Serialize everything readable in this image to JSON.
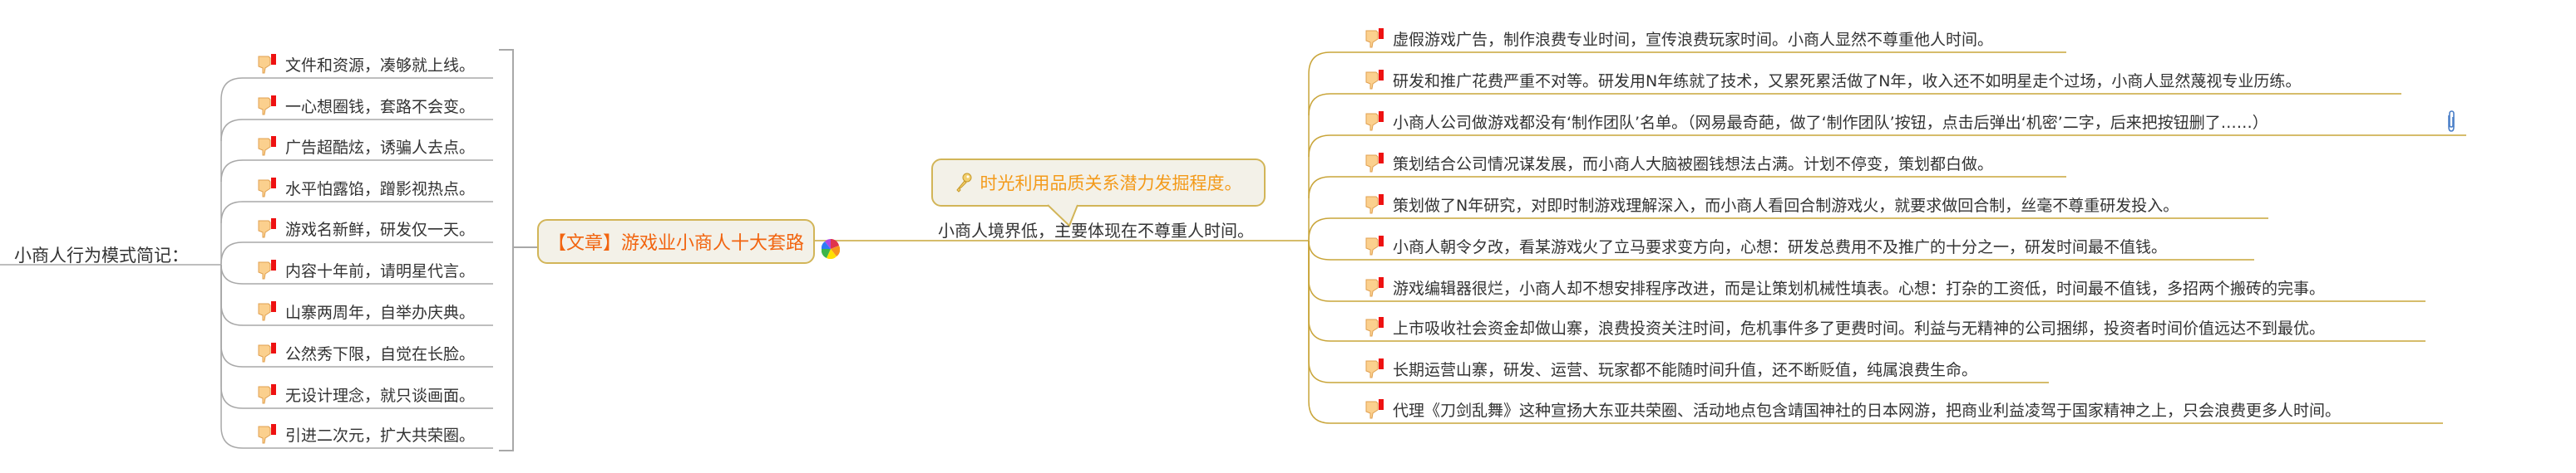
{
  "root": {
    "label": "小商人行为模式简记："
  },
  "left_branch": {
    "items": [
      {
        "text": "文件和资源，凑够就上线。",
        "icon": "thumbs-down-flag-icon"
      },
      {
        "text": "一心想圈钱，套路不会变。",
        "icon": "thumbs-down-flag-icon"
      },
      {
        "text": "广告超酷炫，诱骗人去点。",
        "icon": "thumbs-down-flag-icon"
      },
      {
        "text": "水平怕露馅，蹭影视热点。",
        "icon": "thumbs-down-flag-icon"
      },
      {
        "text": "游戏名新鲜，研发仅一天。",
        "icon": "thumbs-down-flag-icon"
      },
      {
        "text": "内容十年前，请明星代言。",
        "icon": "thumbs-down-flag-icon"
      },
      {
        "text": "山寨两周年，自举办庆典。",
        "icon": "thumbs-down-flag-icon"
      },
      {
        "text": "公然秀下限，自觉在长脸。",
        "icon": "thumbs-down-flag-icon"
      },
      {
        "text": "无设计理念，就只谈画面。",
        "icon": "thumbs-down-flag-icon"
      },
      {
        "text": "引进二次元，扩大共荣圈。",
        "icon": "thumbs-down-flag-icon"
      }
    ]
  },
  "center_node": {
    "label": "【文章】游戏业小商人十大套路",
    "icon": "pinwheel-icon",
    "text_color": "#f2640f"
  },
  "branch": {
    "callout": {
      "icon": "key-icon",
      "text": "时光利用品质关系潜力发掘程度。",
      "text_color": "#f39a1a"
    },
    "label": "小商人境界低，主要体现在不尊重人时间。"
  },
  "right_branch": {
    "items": [
      {
        "text": "虚假游戏广告，制作浪费专业时间，宣传浪费玩家时间。小商人显然不尊重他人时间。",
        "icon": "thumbs-down-flag-icon"
      },
      {
        "text": "研发和推广花费严重不对等。研发用N年练就了技术，又累死累活做了N年，收入还不如明星走个过场，小商人显然蔑视专业历练。",
        "icon": "thumbs-down-flag-icon"
      },
      {
        "text": "小商人公司做游戏都没有‘制作团队’名单。（网易最奇葩，做了‘制作团队’按钮，点击后弹出‘机密’二字，后来把按钮删了……）",
        "icon": "thumbs-down-flag-icon",
        "attachment": "paperclip-icon"
      },
      {
        "text": "策划结合公司情况谋发展，而小商人大脑被圈钱想法占满。计划不停变，策划都白做。",
        "icon": "thumbs-down-flag-icon"
      },
      {
        "text": "策划做了N年研究，对即时制游戏理解深入，而小商人看回合制游戏火，就要求做回合制，丝毫不尊重研发投入。",
        "icon": "thumbs-down-flag-icon"
      },
      {
        "text": "小商人朝令夕改，看某游戏火了立马要求变方向，心想：研发总费用不及推广的十分之一，研发时间最不值钱。",
        "icon": "thumbs-down-flag-icon"
      },
      {
        "text": "游戏编辑器很烂，小商人却不想安排程序改进，而是让策划机械性填表。心想：打杂的工资低，时间最不值钱，多招两个搬砖的完事。",
        "icon": "thumbs-down-flag-icon"
      },
      {
        "text": "上市吸收社会资金却做山寨，浪费投资关注时间，危机事件多了更费时间。利益与无精神的公司捆绑，投资者时间价值远达不到最优。",
        "icon": "thumbs-down-flag-icon"
      },
      {
        "text": "长期运营山寨，研发、运营、玩家都不能随时间升值，还不断贬值，纯属浪费生命。",
        "icon": "thumbs-down-flag-icon"
      },
      {
        "text": "代理《刀剑乱舞》这种宣扬大东亚共荣圈、活动地点包含靖国神社的日本网游，把商业利益凌驾于国家精神之上，只会浪费更多人时间。",
        "icon": "thumbs-down-flag-icon"
      }
    ]
  },
  "colors": {
    "left_line": "#a8a8a8",
    "right_line": "#c9a53a",
    "node_fill": "#f3f1e8",
    "node_border": "#d2b558",
    "text": "#333333",
    "flag_red": "#ee1111",
    "thumb_fill": "#fbd08e"
  }
}
